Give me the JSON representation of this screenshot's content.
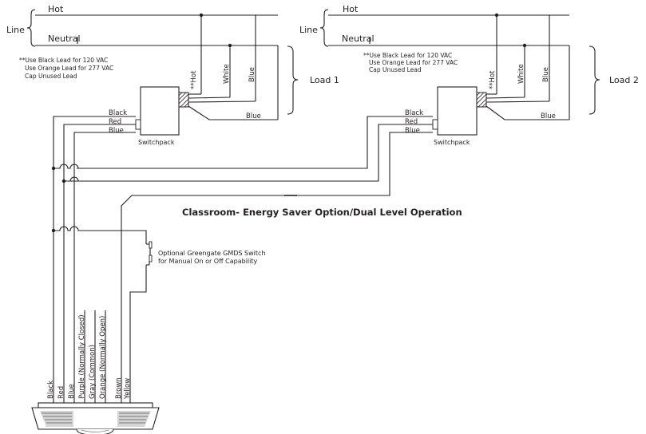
{
  "title": "Classroom- Energy Saver Option/Dual Level Operation",
  "left_panel": {
    "hot": "Hot",
    "line": "Line",
    "neutral": "Neutral",
    "note_lines": [
      "**Use Black Lead for 120 VAC",
      "Use Orange Lead for 277 VAC",
      "Cap Unused Lead"
    ],
    "lead_hot": "**Hot",
    "lead_white": "White",
    "lead_blue": "Blue",
    "load": "Load 1",
    "blue_out": "Blue",
    "switchpack": "Switchpack",
    "in_black": "Black",
    "in_red": "Red",
    "in_blue": "Blue"
  },
  "right_panel": {
    "hot": "Hot",
    "line": "Line",
    "neutral": "Neutral",
    "note_lines": [
      "**Use Black Lead for 120 VAC",
      "Use Orange Lead for 277 VAC",
      "Cap Unused Lead"
    ],
    "lead_hot": "**Hot",
    "lead_white": "White",
    "lead_blue": "Blue",
    "load": "Load 2",
    "blue_out": "Blue",
    "switchpack": "Switchpack",
    "in_black": "Black",
    "in_red": "Red",
    "in_blue": "Blue"
  },
  "switch_note_lines": [
    "Optional Greengate GMDS Switch",
    "for Manual On or Off Capability"
  ],
  "sensor_leads": [
    "Black",
    "Red",
    "Blue",
    "Purple (Normally Closed)",
    "Gray (Common)",
    "Orange (Normally Open)",
    "Brown",
    "Yellow"
  ]
}
